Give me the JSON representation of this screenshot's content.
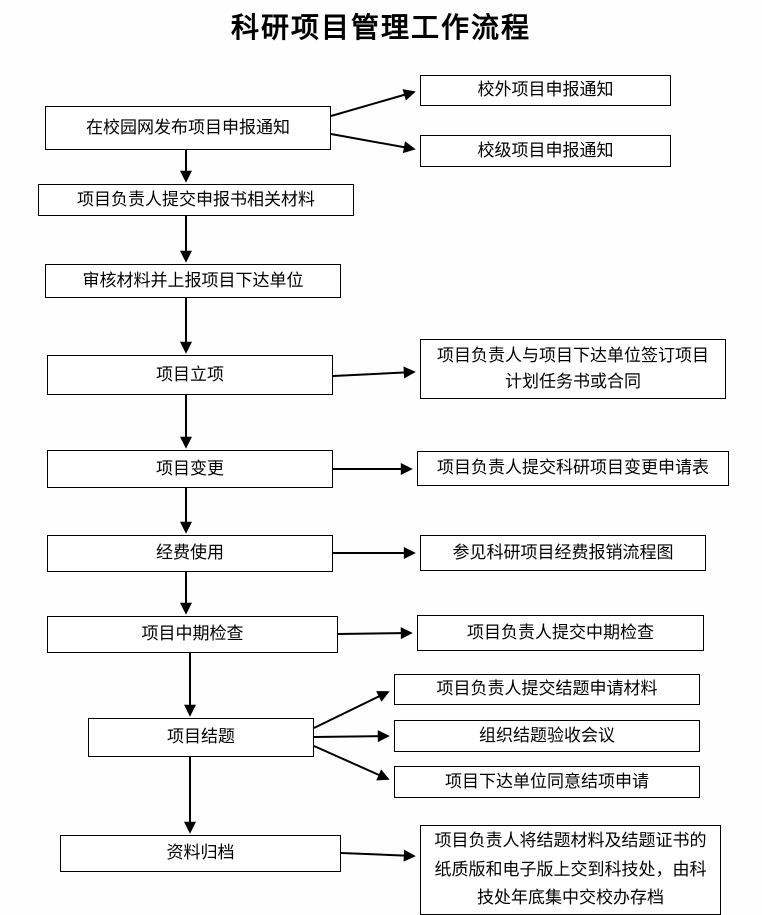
{
  "title": "科研项目管理工作流程",
  "main_steps": [
    {
      "label": "在校园网发布项目申报通知"
    },
    {
      "label": "项目负责人提交申报书相关材料"
    },
    {
      "label": "审核材料并上报项目下达单位"
    },
    {
      "label": "项目立项"
    },
    {
      "label": "项目变更"
    },
    {
      "label": "经费使用"
    },
    {
      "label": "项目中期检查"
    },
    {
      "label": "项目结题"
    },
    {
      "label": "资料归档"
    }
  ],
  "side_items": [
    {
      "label": "校外项目申报通知"
    },
    {
      "label": "校级项目申报通知"
    },
    {
      "label": "项目负责人与项目下达单位签订项目计划任务书或合同"
    },
    {
      "label": "项目负责人提交科研项目变更申请表"
    },
    {
      "label": "参见科研项目经费报销流程图"
    },
    {
      "label": "项目负责人提交中期检查"
    },
    {
      "label": "项目负责人提交结题申请材料"
    },
    {
      "label": "组织结题验收会议"
    },
    {
      "label": "项目下达单位同意结项申请"
    },
    {
      "label": "项目负责人将结题材料及结题证书的纸质版和电子版上交到科技处，由科技处年底集中交校办存档"
    }
  ],
  "colors": {
    "line": "#000000",
    "box_border": "#000000",
    "background": "#fefefe"
  }
}
